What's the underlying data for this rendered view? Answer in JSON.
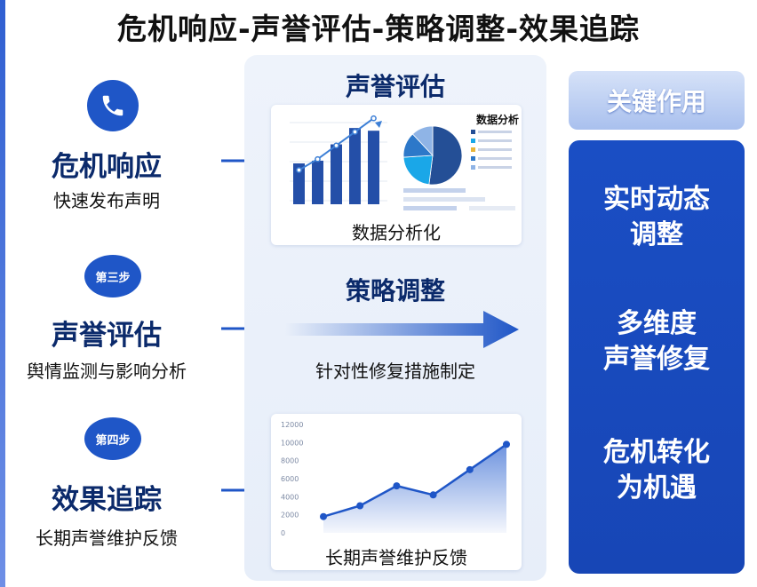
{
  "title": "危机响应-声誉评估-策略调整-效果追踪",
  "steps": [
    {
      "badge": "",
      "title": "危机响应",
      "sub": "快速发布声明"
    },
    {
      "badge": "第三步",
      "title": "声誉评估",
      "sub": "舆情监测与影响分析"
    },
    {
      "badge": "第四步",
      "title": "效果追踪",
      "sub": "长期声誉维护反馈"
    }
  ],
  "middle": {
    "s1_heading": "声誉评估",
    "s1_caption": "数据分析化",
    "s1_pie_title": "数据分析",
    "s2_heading": "策略调整",
    "s2_caption": "针对性修复措施制定",
    "s3_caption": "长期声誉维护反馈"
  },
  "right": {
    "heading": "关键作用",
    "items": [
      "实时动态",
      "调整",
      "多维度",
      "声誉修复",
      "危机转化",
      "为机遇"
    ]
  },
  "colors": {
    "primary": "#1f56c7",
    "dark": "#0b2a6b",
    "panel": "#1a4ec4"
  },
  "icons": [
    "phone-icon",
    "arrow-right-icon"
  ],
  "chart_data": [
    {
      "type": "bar",
      "values": [
        15,
        16,
        22,
        28,
        27
      ],
      "line_values": [
        8,
        12,
        17,
        22,
        27
      ],
      "ylim": [
        0,
        30
      ]
    },
    {
      "type": "pie",
      "title": "数据分析",
      "values": [
        52,
        22,
        14,
        12
      ],
      "colors": [
        "#244f96",
        "#1aa7e8",
        "#2d78c9",
        "#8fb4e6"
      ]
    },
    {
      "type": "area",
      "y_ticks": [
        "12000",
        "10000",
        "8000",
        "6000",
        "4000",
        "2000",
        "0"
      ],
      "values": [
        1800,
        3000,
        5200,
        4200,
        7000,
        9800
      ],
      "ylim": [
        0,
        12000
      ]
    }
  ]
}
